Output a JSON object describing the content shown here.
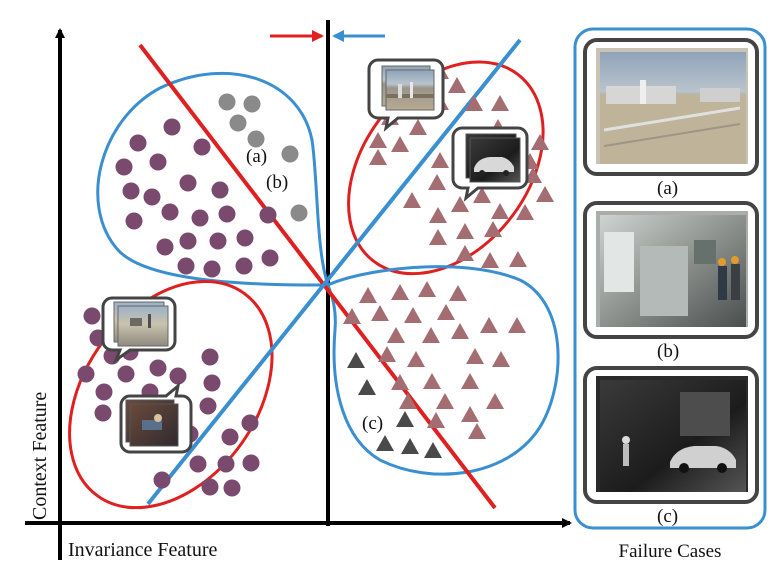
{
  "axes": {
    "x_label": "Invariance Feature",
    "y_label": "Context Feature"
  },
  "point_labels": {
    "a": "(a)",
    "b": "(b)",
    "c": "(c)"
  },
  "failure_panel": {
    "title": "Failure Cases",
    "cases": [
      {
        "label": "(a)",
        "scene": "industrial-yard-thumbnail"
      },
      {
        "label": "(b)",
        "scene": "indoor-workers-thumbnail"
      },
      {
        "label": "(c)",
        "scene": "night-car-thumbnail"
      }
    ]
  },
  "colors": {
    "circle_point": "#7a4a6e",
    "triangle_point": "#a36d72",
    "failure_circle": "#8a8a8a",
    "failure_triangle": "#4a4a4a",
    "red_boundary": "#e02020",
    "blue_boundary": "#3a8fd0",
    "axis": "#000000"
  },
  "icons": {
    "left_arrow": "red-arrow-right-icon",
    "right_arrow": "blue-arrow-left-icon"
  }
}
